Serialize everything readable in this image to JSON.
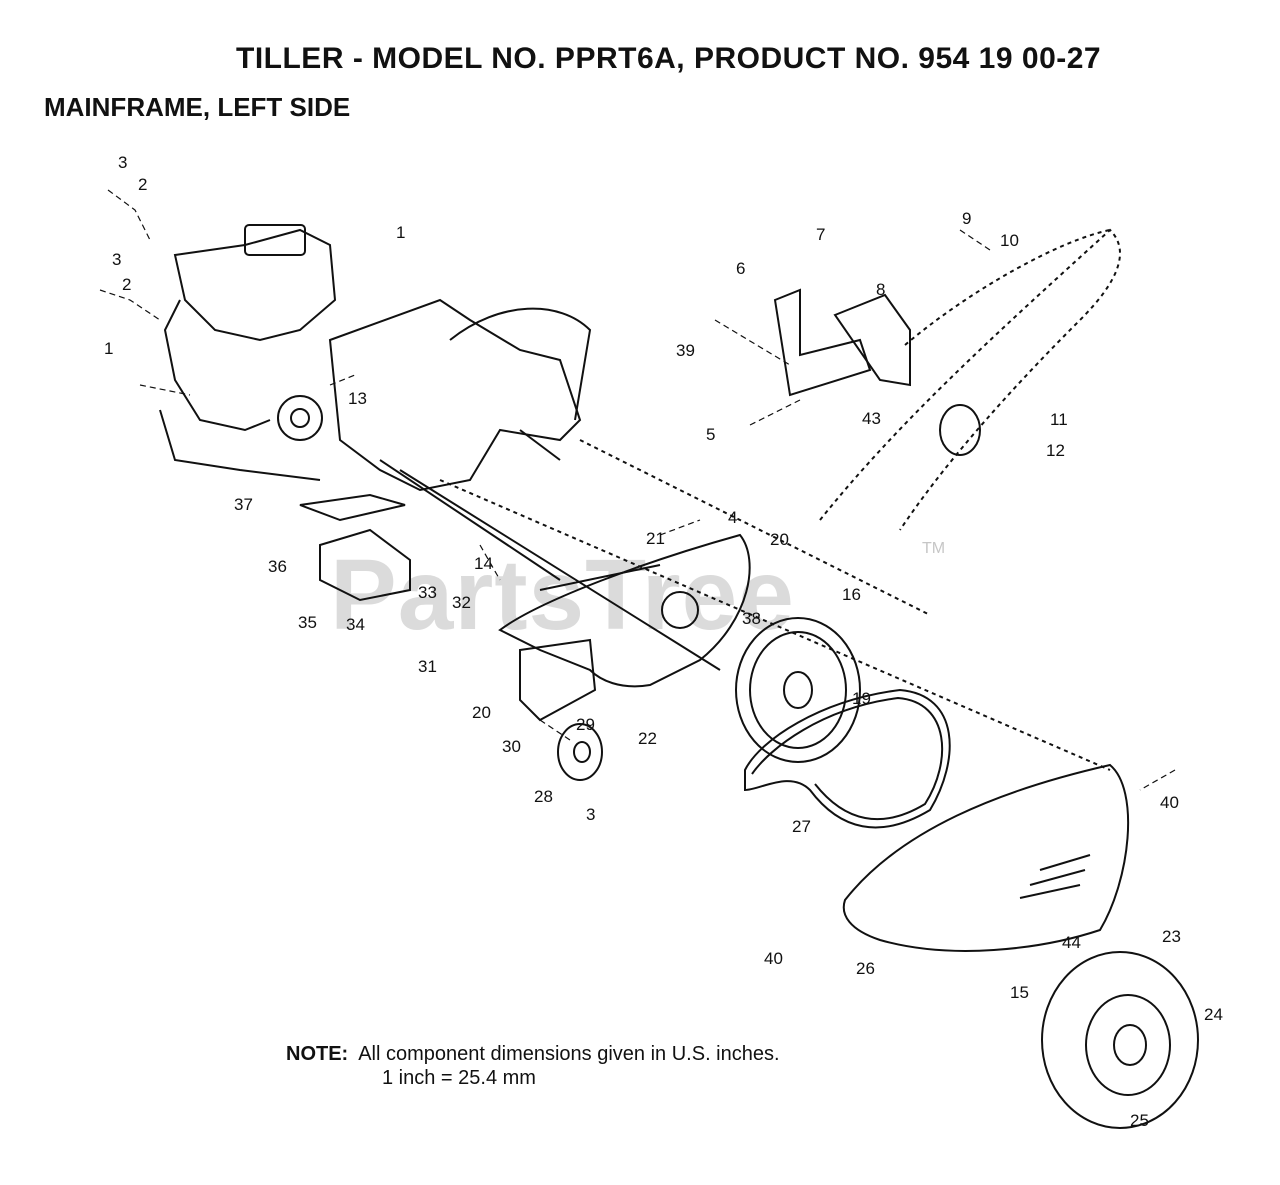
{
  "header": {
    "title": "TILLER - MODEL NO. PPRT6A, PRODUCT NO. 954 19 00-27",
    "subtitle": "MAINFRAME, LEFT SIDE"
  },
  "note": {
    "label": "NOTE:",
    "line1": "All component dimensions given in U.S. inches.",
    "line2": "1 inch = 25.4 mm"
  },
  "watermark": {
    "text": "PartsTree",
    "tm": "TM"
  },
  "callouts": [
    "3",
    "2",
    "3",
    "2",
    "1",
    "1",
    "13",
    "37",
    "36",
    "35",
    "34",
    "33",
    "32",
    "31",
    "14",
    "21",
    "4",
    "20",
    "38",
    "16",
    "19",
    "20",
    "30",
    "29",
    "22",
    "28",
    "3",
    "27",
    "26",
    "40",
    "40",
    "44",
    "15",
    "23",
    "24",
    "25",
    "7",
    "6",
    "8",
    "9",
    "10",
    "39",
    "43",
    "5",
    "11",
    "12"
  ],
  "icons": [
    "engine-icon",
    "mainframe-icon",
    "belt-cover-icon",
    "pulley-icon",
    "v-belt-icon",
    "shield-icon",
    "tine-hood-icon",
    "wheel-icon",
    "idler-pulley-icon",
    "bracket-icon",
    "chain-guard-icon"
  ]
}
